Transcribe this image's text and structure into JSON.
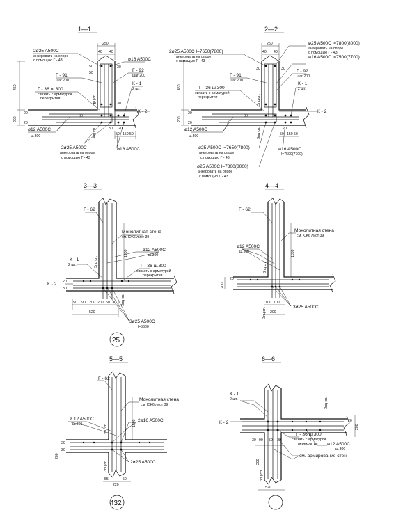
{
  "sections": {
    "s1": {
      "title": "1—1",
      "labels": {
        "l1": "2ø25 A500C",
        "l2": "анкеровать на опоре",
        "l3": "с помощью Г - 43",
        "l4": "ø16 A500C",
        "l5": "Г - 92",
        "l6": "шаг 200",
        "l7": "Г - 91",
        "l8": "шаг 200",
        "l9": "К - 1",
        "l10": "2 шт.",
        "l11": "Г - 36 ш.300",
        "l12": "связать с арматурой",
        "l13": "перекрытия",
        "l14": "К - 2",
        "l15": "ø12 A500C",
        "l16": "ш.300",
        "l17": "2ø25 A500C",
        "l18": "анкеровать на опоре",
        "l19": "с помощью Г - 43",
        "l20": "ø16 A500C"
      },
      "dims": {
        "d1": "250",
        "d2": "40",
        "d3": "40",
        "d4": "50",
        "d5": "50",
        "d6": "30",
        "d7": "30",
        "d8": "30",
        "d9": "30",
        "d10": "450",
        "d11": "20",
        "d12": "20",
        "d13": "200",
        "d14": "Зпц сп.",
        "d15": "Зпц сп.",
        "d16": "20",
        "d17": "50",
        "d18": "150",
        "d19": "50",
        "d20": "30"
      }
    },
    "s2": {
      "title": "2—2",
      "labels": {
        "l1": "ø25 A500C l=7800(8000)",
        "l2": "анкеровать на опоре",
        "l3": "с помощью Г - 43",
        "l4": "ø16 A500C l=7500(7700)",
        "l5": "2ø25 A500C l=7650(7800)",
        "l6": "анкеровать на опоре",
        "l7": "с помощью Г - 43",
        "l8": "Г - 91",
        "l9": "шаг 200",
        "l10": "Г - 92",
        "l11": "шаг 200",
        "l12": "Г - 36 ш.300",
        "l13": "связать с арматурой",
        "l14": "перекрытия",
        "l15": "К - 1",
        "l16": "2 шт.",
        "l17": "К - 2",
        "l18": "ø12 A500C",
        "l19": "ш.300",
        "l20": "ø25 A500C l=7650(7800)",
        "l21": "анкеровать на опоре",
        "l22": "с помощью Г - 43",
        "l23": "ø16 A500C",
        "l24": "l=7500(7700)",
        "l25": "ø25 A500C l=7800(8000)",
        "l26": "анкеровать на опоре",
        "l27": "с помощью Г - 43"
      },
      "dims": {
        "d1": "250",
        "d2": "40",
        "d3": "40",
        "d4": "30",
        "d5": "30",
        "d6": "30",
        "d7": "450",
        "d8": "20",
        "d9": "20",
        "d10": "200",
        "d11": "Зпц сп.",
        "d12": "Зпц сп.",
        "d13": "20",
        "d14": "50",
        "d15": "150",
        "d16": "50"
      }
    },
    "s3": {
      "title": "3—3",
      "labels": {
        "l1": "Г - 62",
        "l2": "Монолитная стена",
        "l3": "см. КЖ6 лист 39",
        "l4": "ø12 A500C",
        "l5": "ш.300",
        "l6": "К - 1",
        "l7": "2 шт.",
        "l8": "Г - 36 ш.300",
        "l9": "связать с арматурой",
        "l10": "перекрытия",
        "l11": "К - 2",
        "l12": "3ø25 A500C",
        "l13": "l=5600"
      },
      "dims": {
        "d1": "1000",
        "d2": "Зпц сп.",
        "d3": "20",
        "d4": "30",
        "d5": "50",
        "d6": "90",
        "d7": "200",
        "d8": "200",
        "d9": "50",
        "d10": "30",
        "d11": "520",
        "d12": "Зпц сп."
      },
      "node": "25"
    },
    "s4": {
      "title": "4—4",
      "labels": {
        "l1": "Г - 62",
        "l2": "Монолитная стена",
        "l3": "см. КЖ6 лист 39",
        "l4": "ø12 A500C",
        "l5": "ш.300",
        "l6": "3ø25 A500C"
      },
      "dims": {
        "d1": "1000",
        "d2": "20",
        "d3": "200",
        "d4": "Зпц сп.",
        "d5": "100",
        "d6": "100",
        "d7": "200",
        "d8": "Зпц сп."
      }
    },
    "s5": {
      "title": "5—5",
      "labels": {
        "l1": "Г - 62",
        "l2": "Монолитная стена",
        "l3": "см. КЖ6 лист 39",
        "l4": "ø 12 A500C",
        "l5": "ш.300",
        "l6": "2ø16 A500C",
        "l7": "2ø25 A500C"
      },
      "dims": {
        "d1": "1000",
        "d2": "Зпц сп.",
        "d3": "20",
        "d4": "20",
        "d5": "200",
        "d6": "Зпц сп.",
        "d7": "55",
        "d8": "220",
        "d9": "50"
      },
      "node": "432"
    },
    "s6": {
      "title": "6—6",
      "labels": {
        "l1": "К - 1",
        "l2": "2 шт.",
        "l3": "К - 2",
        "l4": "Г - 36 ш.300",
        "l5": "связать с арматурой",
        "l6": "перекрытия",
        "l7": "ø12 A500C",
        "l8": "ш.300",
        "l9": "см. армирование стен"
      },
      "dims": {
        "d1": "Зпц сп.",
        "d2": "20",
        "d3": "200",
        "d4": "30",
        "d5": "90",
        "d6": "50",
        "d7": "30",
        "d8": "200",
        "d9": "Зпц сп.",
        "d10": "520"
      },
      "node": ""
    }
  }
}
